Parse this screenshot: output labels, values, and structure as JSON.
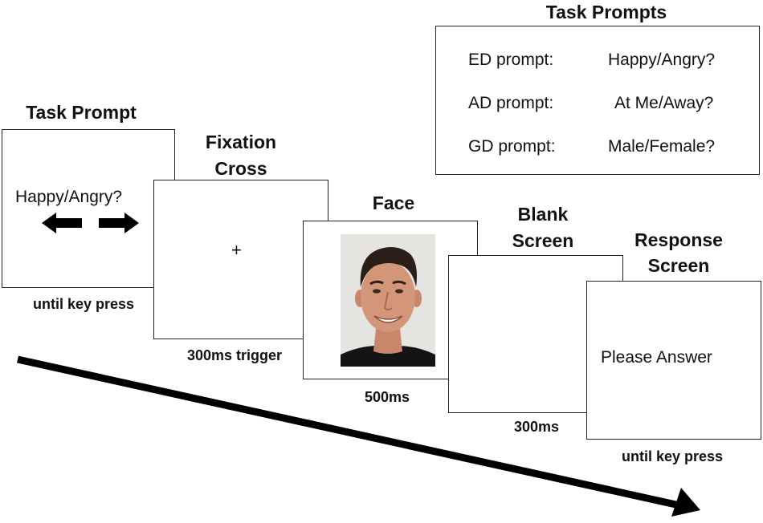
{
  "task_prompts": {
    "title": "Task Prompts",
    "rows": [
      {
        "label": "ED prompt:",
        "value": "Happy/Angry?"
      },
      {
        "label": "AD prompt:",
        "value": "At Me/Away?"
      },
      {
        "label": "GD prompt:",
        "value": "Male/Female?"
      }
    ]
  },
  "screens": {
    "task_prompt": {
      "title": "Task Prompt",
      "content": "Happy/Angry?",
      "timing": "until key press"
    },
    "fixation": {
      "title_line1": "Fixation",
      "title_line2": "Cross",
      "content": "+",
      "timing": "300ms trigger"
    },
    "face": {
      "title": "Face",
      "timing": "500ms"
    },
    "blank": {
      "title_line1": "Blank",
      "title_line2": "Screen",
      "timing": "300ms"
    },
    "response": {
      "title_line1": "Response",
      "title_line2": "Screen",
      "content": "Please Answer",
      "timing": "until key press"
    }
  },
  "icons": {
    "left_arrow": "left-arrow-icon",
    "right_arrow": "right-arrow-icon",
    "timeline_arrow": "timeline-arrow-icon",
    "face_photo": "face-photo"
  }
}
